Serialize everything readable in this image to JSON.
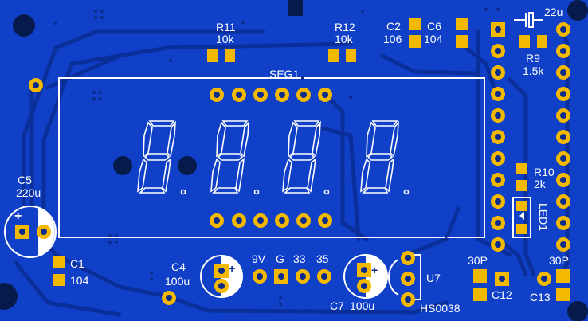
{
  "board": {
    "resistors": [
      {
        "ref": "R11",
        "value": "10k"
      },
      {
        "ref": "R12",
        "value": "10k"
      },
      {
        "ref": "R9",
        "value": "1.5k"
      },
      {
        "ref": "R10",
        "value": "2k"
      }
    ],
    "capacitors": [
      {
        "ref": "C2",
        "value": "106"
      },
      {
        "ref": "C6",
        "value": "104"
      },
      {
        "ref": "C5",
        "value": "220u"
      },
      {
        "ref": "C1",
        "value": "104"
      },
      {
        "ref": "C4",
        "value": "100u"
      },
      {
        "ref": "C7",
        "value": "100u"
      },
      {
        "ref": "C12",
        "value": "30P"
      },
      {
        "ref": "C13",
        "value": "30P"
      }
    ],
    "cap_top_right_value": "22u",
    "display": {
      "ref": "SEG1"
    },
    "led": {
      "ref": "LED1"
    },
    "ir_receiver": {
      "ref": "U7",
      "part": "HS0038"
    },
    "header_labels": [
      "9V",
      "G",
      "33",
      "35"
    ],
    "polarity_plus": "+",
    "colors": {
      "board": "#1040c8",
      "pad": "#f2b900",
      "silkscreen": "#ffffff",
      "trace": "#0b2f9a"
    }
  }
}
